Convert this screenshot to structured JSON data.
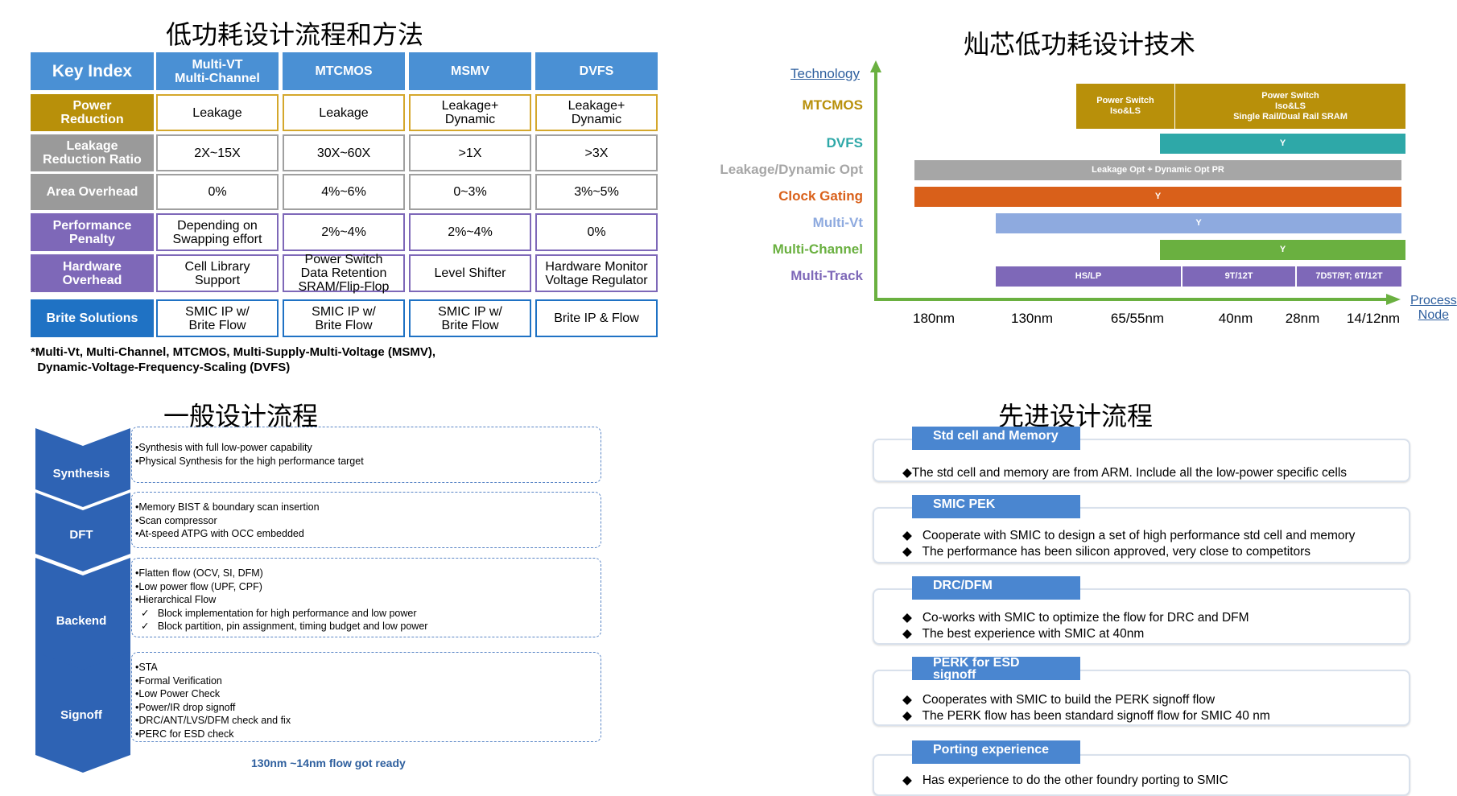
{
  "table": {
    "title": "低功耗设计流程和方法",
    "headers": [
      "Key Index",
      "Multi-VT\nMulti-Channel",
      "MTCMOS",
      "MSMV",
      "DVFS"
    ],
    "rows": [
      {
        "label": "Power\nReduction",
        "color": "#b8900a",
        "values": [
          "Leakage",
          "Leakage",
          "Leakage+\nDynamic",
          "Leakage+\nDynamic"
        ],
        "border": "#d4a72c"
      },
      {
        "label": "Leakage\nReduction Ratio",
        "color": "#9a9a9a",
        "values": [
          "2X~15X",
          "30X~60X",
          ">1X",
          ">3X"
        ],
        "border": "#a0a0a0"
      },
      {
        "label": "Area Overhead",
        "color": "#9a9a9a",
        "values": [
          "0%",
          "4%~6%",
          "0~3%",
          "3%~5%"
        ],
        "border": "#a0a0a0"
      },
      {
        "label": "Performance\nPenalty",
        "color": "#7e68b8",
        "values": [
          "Depending on\nSwapping effort",
          "2%~4%",
          "2%~4%",
          "0%"
        ],
        "border": "#7e68b8"
      },
      {
        "label": "Hardware\nOverhead",
        "color": "#7e68b8",
        "values": [
          "Cell Library\nSupport",
          "Power Switch\nData Retention\nSRAM/Flip-Flop",
          "Level Shifter",
          "Hardware Monitor\nVoltage Regulator"
        ],
        "border": "#7e68b8"
      },
      {
        "label": "Brite Solutions",
        "color": "#1f72c4",
        "values": [
          "SMIC IP w/\nBrite Flow",
          "SMIC IP w/\nBrite Flow",
          "SMIC IP w/\nBrite Flow",
          "Brite IP & Flow"
        ],
        "border": "#1f72c4"
      }
    ],
    "footnote": "*Multi-Vt, Multi-Channel, MTCMOS, Multi-Supply-Multi-Voltage (MSMV),\n  Dynamic-Voltage-Frequency-Scaling (DVFS)"
  },
  "timeline": {
    "title": "灿芯低功耗设计技术",
    "y_axis_label": "Technology",
    "x_axis_label": "Process\nNode",
    "nodes": [
      "180nm",
      "130nm",
      "65/55nm",
      "40nm",
      "28nm",
      "14/12nm"
    ],
    "rows": [
      {
        "label": "MTCMOS",
        "color": "#b8900a",
        "bars": [
          {
            "text": "Power Switch\nIso&LS"
          },
          {
            "text": "Power Switch\nIso&LS\nSingle Rail/Dual Rail SRAM"
          }
        ]
      },
      {
        "label": "DVFS",
        "color": "#2ea8a8",
        "bars": [
          {
            "text": "Y"
          }
        ]
      },
      {
        "label": "Leakage/Dynamic Opt",
        "color": "#a6a6a6",
        "bars": [
          {
            "text": "Leakage Opt + Dynamic Opt PR"
          }
        ]
      },
      {
        "label": "Clock Gating",
        "color": "#d9601a",
        "bars": [
          {
            "text": "Y"
          }
        ]
      },
      {
        "label": "Multi-Vt",
        "color": "#8eaadf",
        "bars": [
          {
            "text": "Y"
          }
        ]
      },
      {
        "label": "Multi-Channel",
        "color": "#6ab040",
        "bars": [
          {
            "text": "Y"
          }
        ]
      },
      {
        "label": "Multi-Track",
        "color": "#7e68b8",
        "bars": [
          {
            "text": "HS/LP"
          },
          {
            "text": "9T/12T"
          },
          {
            "text": "7D5T/9T;  6T/12T"
          }
        ]
      }
    ],
    "axis_color": "#6ab040"
  },
  "flow": {
    "title": "一般设计流程",
    "steps": [
      {
        "label": "Synthesis",
        "lines": [
          "•Synthesis with full low-power capability",
          "•Physical Synthesis for the high performance target"
        ]
      },
      {
        "label": "DFT",
        "lines": [
          "•Memory BIST & boundary scan insertion",
          "•Scan compressor",
          "•At-speed ATPG with OCC embedded"
        ]
      },
      {
        "label": "Backend",
        "lines": [
          "•Flatten flow (OCV, SI, DFM)",
          "•Low power flow (UPF, CPF)",
          "•Hierarchical Flow",
          "  ✓   Block implementation for high performance and low power",
          "  ✓   Block partition, pin assignment, timing budget and low power"
        ]
      },
      {
        "label": "Signoff",
        "lines": [
          "•STA",
          "•Formal Verification",
          "•Low Power Check",
          "•Power/IR drop signoff",
          "•DRC/ANT/LVS/DFM check and fix",
          "•PERC for ESD check"
        ]
      }
    ],
    "footer": "130nm ~14nm flow got ready",
    "chevron_color": "#2e63b4"
  },
  "advanced": {
    "title": "先进设计流程",
    "sections": [
      {
        "tab": "Std cell and Memory",
        "lines": [
          "◆The std cell and memory are from ARM. Include all the low-power specific cells"
        ]
      },
      {
        "tab": "SMIC PEK",
        "lines": [
          "◆   Cooperate with SMIC to design a set of high performance std cell and memory",
          "◆   The performance has been silicon approved, very close to competitors"
        ]
      },
      {
        "tab": "DRC/DFM",
        "lines": [
          "◆   Co-works with SMIC to optimize the flow for DRC and DFM",
          "◆   The best experience with SMIC at 40nm"
        ]
      },
      {
        "tab": "PERK for ESD\nsignoff",
        "lines": [
          "◆   Cooperates with SMIC to build the PERK signoff flow",
          "◆   The PERK flow has been standard signoff flow for SMIC 40 nm"
        ]
      },
      {
        "tab": "Porting experience",
        "lines": [
          "◆   Has experience to do the other foundry porting to SMIC"
        ]
      }
    ]
  }
}
